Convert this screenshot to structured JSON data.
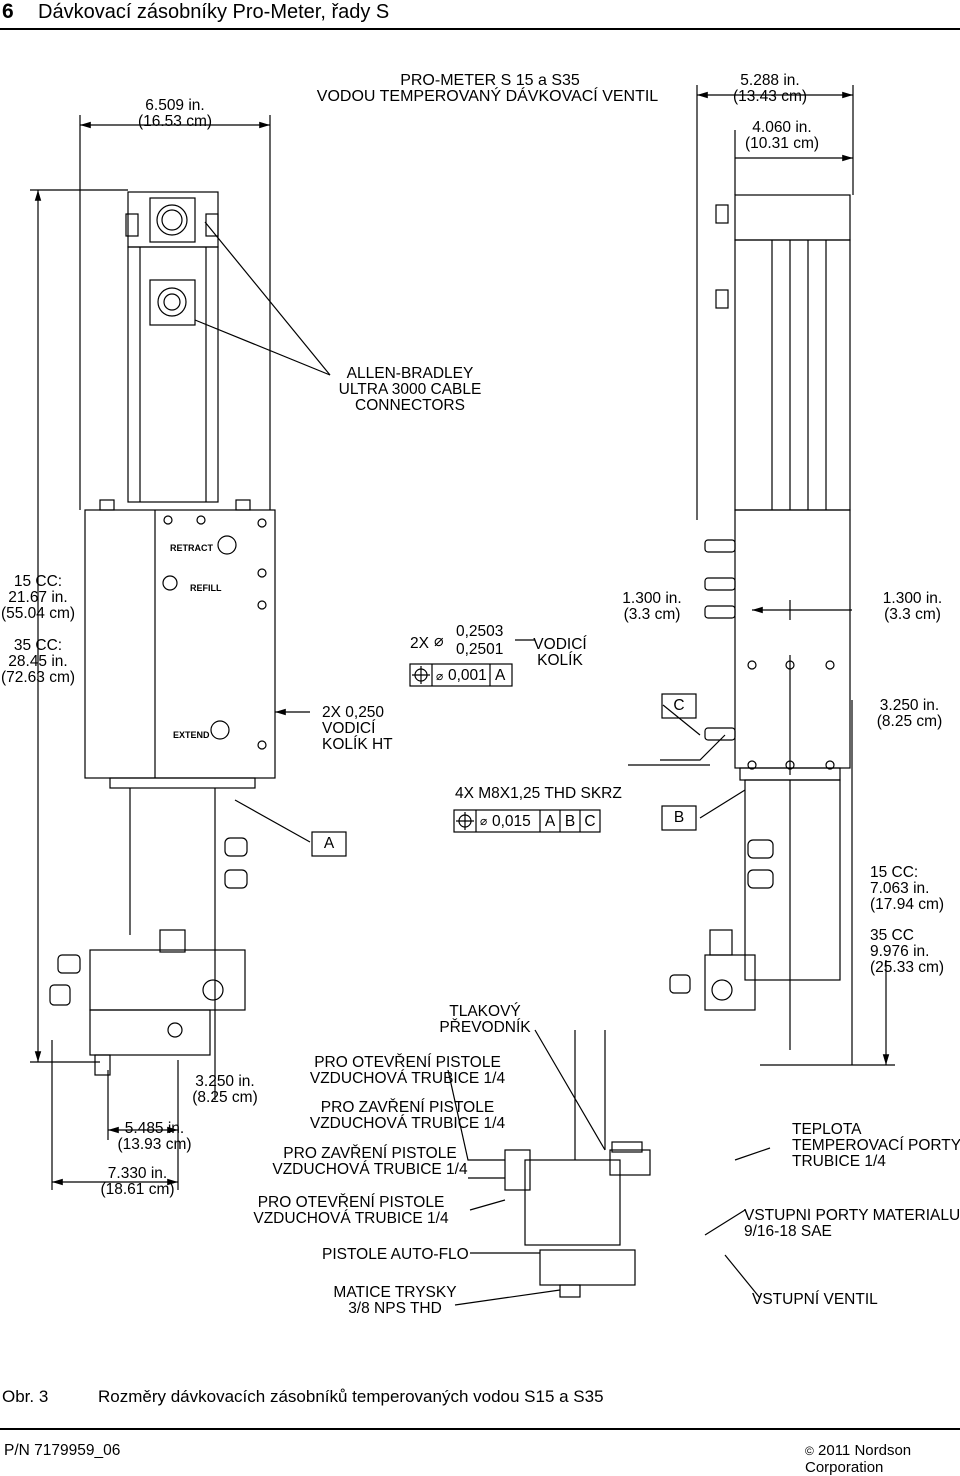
{
  "header": {
    "page_number": "6",
    "title": "Dávkovací zásobníky Pro-Meter, řady S"
  },
  "drawing": {
    "title_line1": "PRO-METER S 15 a S35",
    "title_line2": "VODOU TEMPEROVANÝ DÁVKOVACÍ VENTIL",
    "dims": {
      "width_left": "6.509 in.\n(16.53 cm)",
      "width_right_top": "5.288 in.\n(13.43 cm)",
      "width_right_mid": "4.060 in.\n(10.31 cm)",
      "height_total": "15 CC:\n21.67 in.\n(55.04 cm)",
      "height_total_35": "35 CC:\n28.45 in.\n(72.63 cm)",
      "spacing_a": "1.300 in.\n(3.3 cm)",
      "spacing_b": "1.300 in.\n(3.3 cm)",
      "hole_spacing_v": "3.250 in.\n(8.25 cm)",
      "lower_height_15": "15 CC:\n7.063 in.\n(17.94 cm)",
      "lower_height_35": "35 CC\n9.976 in.\n(25.33 cm)",
      "base_a": "3.250 in.\n(8.25 cm)",
      "base_b": "5.485 in.\n(13.93 cm)",
      "base_c": "7.330 in.\n(18.61 cm)"
    },
    "labels": {
      "connectors": "ALLEN-BRADLEY\nULTRA 3000 CABLE\nCONNECTORS",
      "retract": "RETRACT",
      "refill": "REFILL",
      "extend": "EXTEND",
      "pin_ht": "2X 0,250\nVODICÍ\nKOLÍK HT",
      "pin_2x": "2X",
      "pin_tol_hi": "0,2503",
      "pin_tol_lo": "0,2501",
      "pin_fcf_value": "0,001",
      "pin_fcf_datum": "A",
      "guide_pin": "VODICÍ\nKOLÍK",
      "thread": "4X M8X1,25 THD SKRZ",
      "thread_fcf_value": "0,015",
      "thread_fcf_d1": "A",
      "thread_fcf_d2": "B",
      "thread_fcf_d3": "C",
      "datum_a": "A",
      "datum_b": "B",
      "datum_c": "C",
      "transducer": "TLAKOVÝ\nPŘEVODNÍK",
      "air1": "PRO OTEVŘENÍ PISTOLE\nVZDUCHOVÁ TRUBICE 1/4",
      "air2": "PRO ZAVŘENÍ PISTOLE\nVZDUCHOVÁ TRUBICE 1/4",
      "air3": "PRO ZAVŘENÍ PISTOLE\nVZDUCHOVÁ TRUBICE 1/4",
      "air4": "PRO OTEVŘENÍ PISTOLE\nVZDUCHOVÁ TRUBICE 1/4",
      "autoflo": "PISTOLE AUTO-FLO",
      "nozzle_nut": "MATICE TRYSKY\n3/8 NPS THD",
      "temp_ports": "TEPLOTA\nTEMPEROVACÍ PORTY\nTRUBICE 1/4",
      "material_ports": "VSTUPNÍ PORTY MATERIÁLU\n9/16-18 SAE",
      "inlet_valve": "VSTUPNÍ VENTIL"
    }
  },
  "caption": {
    "label": "Obr. 3",
    "text": "Rozměry dávkovacích zásobníků temperovaných vodou S15 a S35"
  },
  "footer": {
    "part_number": "P/N 7179959_06",
    "copyright": "2011 Nordson Corporation"
  }
}
